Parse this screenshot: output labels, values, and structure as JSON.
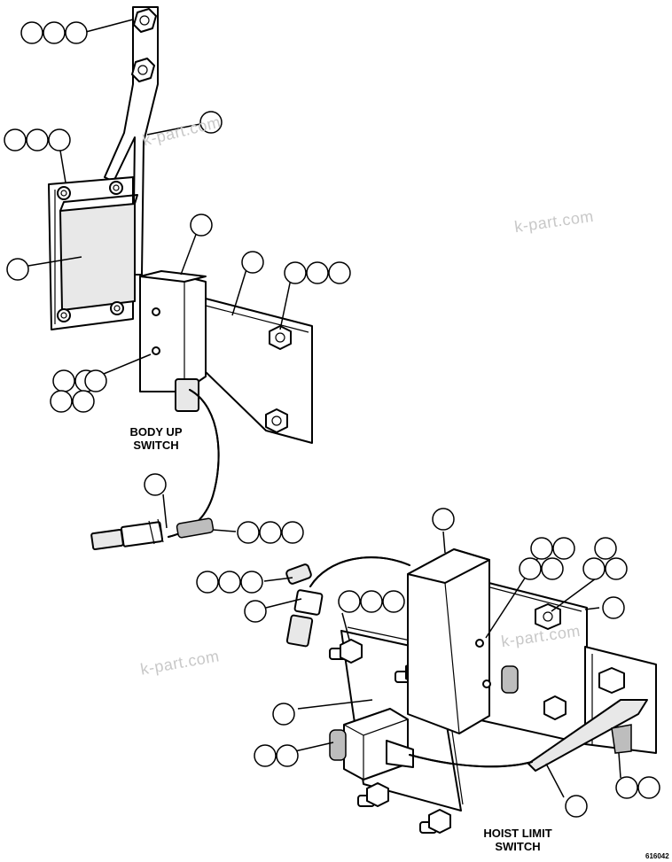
{
  "labels": {
    "body_up_switch": "BODY UP\nSWITCH",
    "hoist_limit_switch": "HOIST LIMIT\nSWITCH"
  },
  "watermark": "k-part.com",
  "figure_code": "616042"
}
